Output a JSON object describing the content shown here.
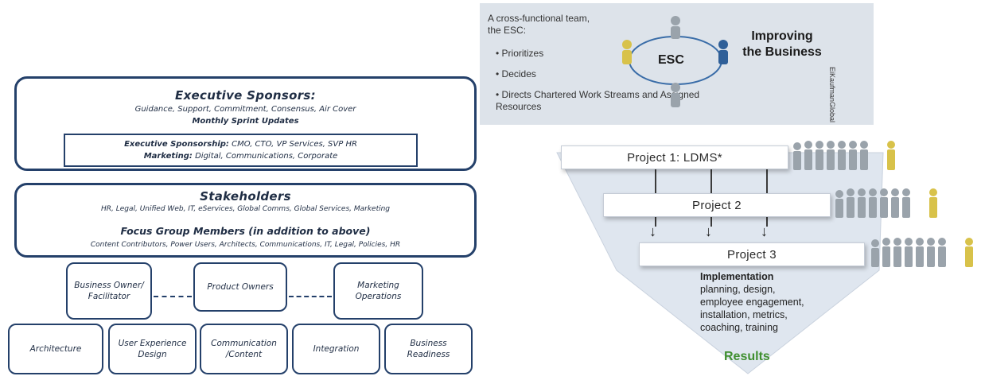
{
  "left": {
    "executive": {
      "title": "Executive Sponsors:",
      "line1": "Guidance, Support, Commitment, Consensus, Air Cover",
      "line2": "Monthly Sprint Updates",
      "sponsorship_label": "Executive Sponsorship:",
      "sponsorship_value": "CMO, CTO, VP Services, SVP HR",
      "marketing_label": "Marketing:",
      "marketing_value": "Digital, Communications, Corporate"
    },
    "stakeholders": {
      "title": "Stakeholders",
      "line": "HR, Legal, Unified Web, IT, eServices, Global Comms, Global Services, Marketing",
      "focus_title": "Focus Group Members (in addition to above)",
      "focus_line": "Content Contributors, Power Users, Architects, Communications, IT, Legal, Policies, HR"
    },
    "owners": [
      "Business Owner/ Facilitator",
      "Product Owners",
      "Marketing Operations"
    ],
    "teams": [
      "Architecture",
      "User Experience Design",
      "Communication /Content",
      "Integration",
      "Business Readiness"
    ]
  },
  "right": {
    "esc": {
      "intro": "A cross-functional team, the ESC:",
      "bullets": [
        "Prioritizes",
        "Decides",
        "Directs Chartered Work Streams and Assigned Resources"
      ],
      "center": "ESC",
      "improving": "Improving the Business",
      "vertical_credit": "EiKaufmanGlobal"
    },
    "projects": [
      "Project 1: LDMS*",
      "Project 2",
      "Project 3"
    ],
    "implementation_title": "Implementation",
    "implementation_lines": [
      "planning, design,",
      "employee engagement,",
      "installation, metrics,",
      "coaching, training"
    ],
    "results": "Results"
  },
  "colors": {
    "box_border": "#24406a",
    "panel": "#dde3ea",
    "funnel": "#dfe6ef",
    "results": "#3f8f2f",
    "figure_gray": "#9aa3ab",
    "figure_yellow": "#d8c24a",
    "figure_blue": "#2f5f98"
  }
}
